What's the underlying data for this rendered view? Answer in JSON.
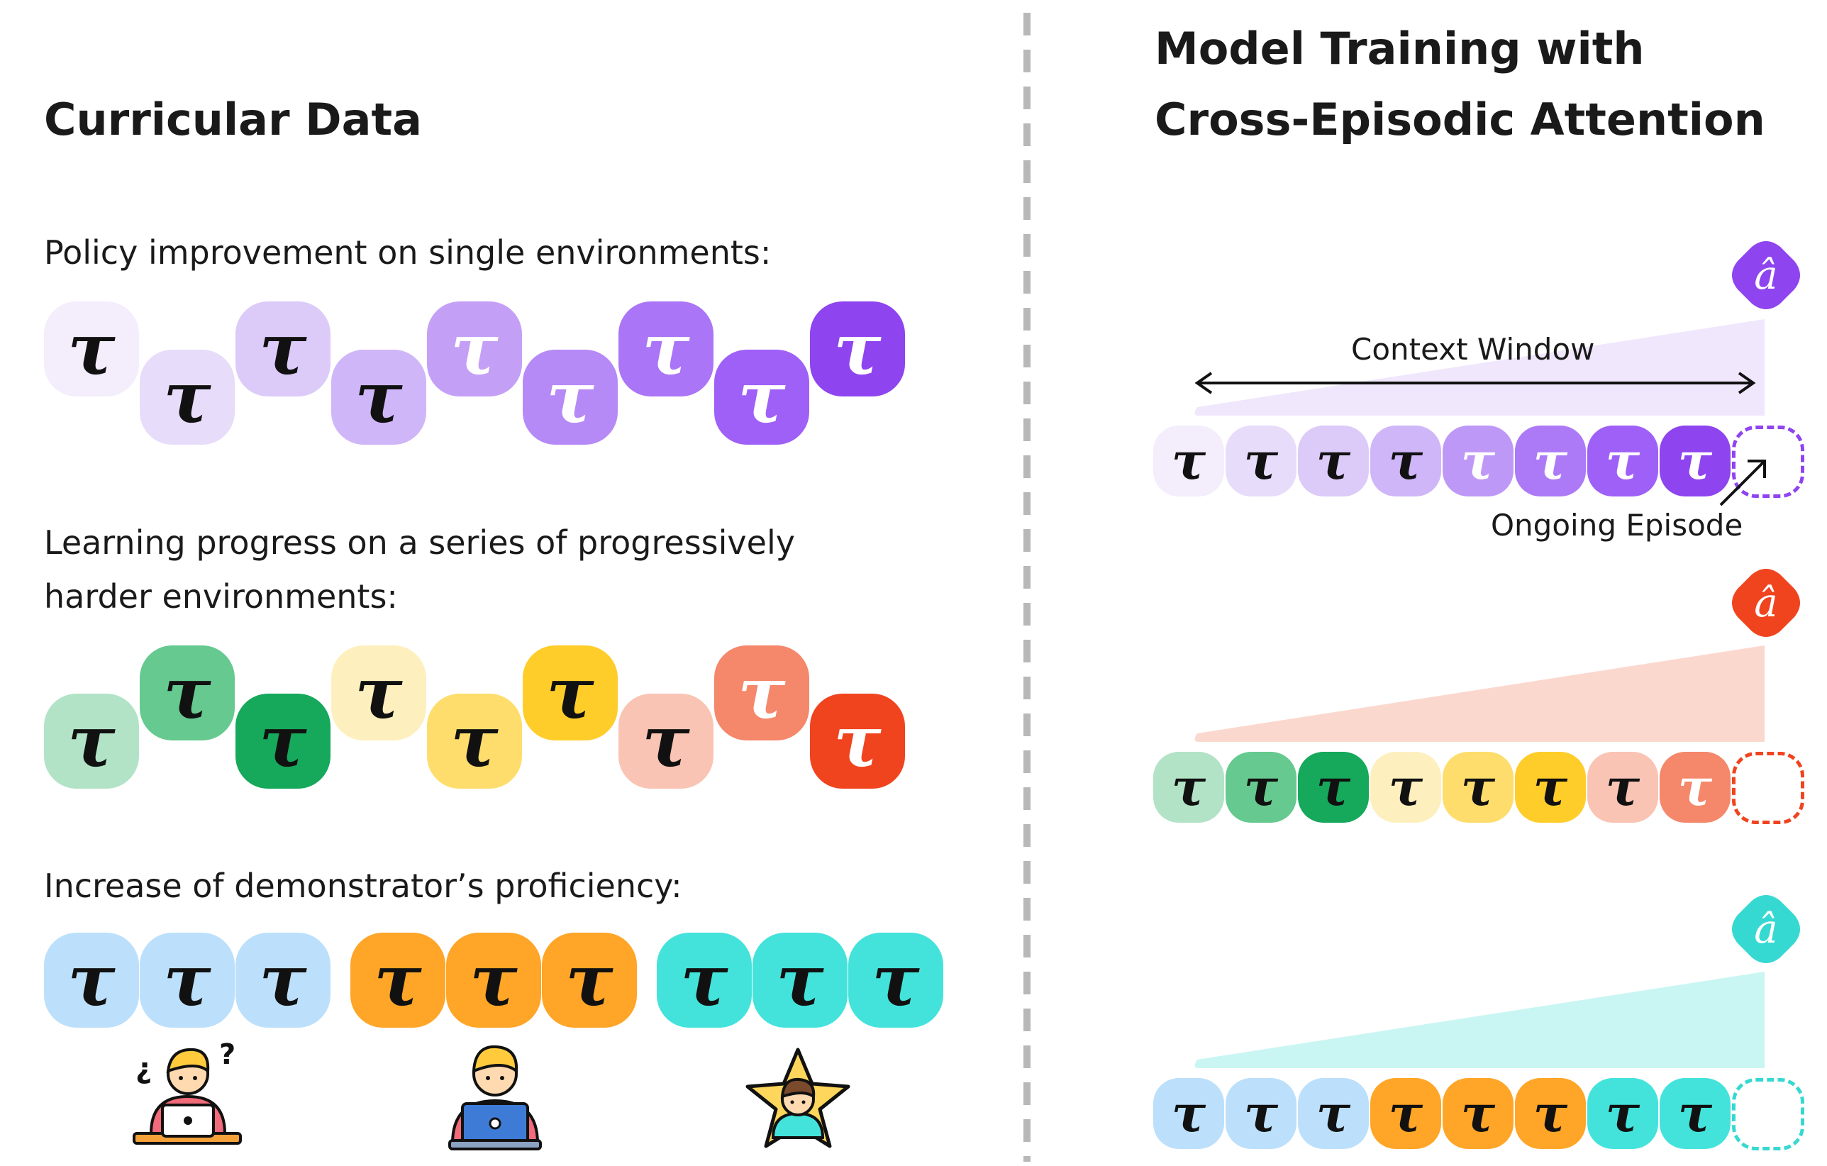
{
  "left": {
    "title": "Curricular Data",
    "sections": [
      {
        "label": "Policy improvement on single environments:",
        "episodes": [
          {
            "symbol": "τ",
            "color": "#F3EDFC",
            "text_color": "#111111"
          },
          {
            "symbol": "τ",
            "color": "#E8DCFB",
            "text_color": "#111111"
          },
          {
            "symbol": "τ",
            "color": "#DCCAF9",
            "text_color": "#111111"
          },
          {
            "symbol": "τ",
            "color": "#CFB6F8",
            "text_color": "#111111"
          },
          {
            "symbol": "τ",
            "color": "#C49FF6",
            "text_color": "#ffffff"
          },
          {
            "symbol": "τ",
            "color": "#B68AF6",
            "text_color": "#ffffff"
          },
          {
            "symbol": "τ",
            "color": "#AA75F6",
            "text_color": "#ffffff"
          },
          {
            "symbol": "τ",
            "color": "#9F60F7",
            "text_color": "#ffffff"
          },
          {
            "symbol": "τ",
            "color": "#8E44EF",
            "text_color": "#ffffff"
          }
        ]
      },
      {
        "label_line1": "Learning progress on a series of progressively",
        "label_line2": "harder environments:",
        "episodes": [
          {
            "symbol": "τ",
            "color": "#B2E3C7",
            "text_color": "#111111"
          },
          {
            "symbol": "τ",
            "color": "#66C98F",
            "text_color": "#111111"
          },
          {
            "symbol": "τ",
            "color": "#16A85B",
            "text_color": "#111111"
          },
          {
            "symbol": "τ",
            "color": "#FEF0BE",
            "text_color": "#111111"
          },
          {
            "symbol": "τ",
            "color": "#FEDD6C",
            "text_color": "#111111"
          },
          {
            "symbol": "τ",
            "color": "#FFCD2A",
            "text_color": "#111111"
          },
          {
            "symbol": "τ",
            "color": "#F9C4B4",
            "text_color": "#111111"
          },
          {
            "symbol": "τ",
            "color": "#F5876B",
            "text_color": "#ffffff"
          },
          {
            "symbol": "τ",
            "color": "#F0441F",
            "text_color": "#ffffff"
          }
        ]
      },
      {
        "label": "Increase of demonstrator’s proficiency:",
        "groups": [
          {
            "color": "#BCE0FB",
            "text_color": "#111111",
            "symbols": [
              "τ",
              "τ",
              "τ"
            ],
            "icon": "confused-learner-icon"
          },
          {
            "color": "#FFA527",
            "text_color": "#111111",
            "symbols": [
              "τ",
              "τ",
              "τ"
            ],
            "icon": "working-person-icon"
          },
          {
            "color": "#43E3DB",
            "text_color": "#111111",
            "symbols": [
              "τ",
              "τ",
              "τ"
            ],
            "icon": "star-expert-icon"
          }
        ]
      }
    ]
  },
  "right": {
    "title_line1": "Model Training with",
    "title_line2": "Cross-Episodic Attention",
    "action_symbol": "â",
    "context_window_label": "Context Window",
    "ongoing_episode_label": "Ongoing Episode",
    "rows": [
      {
        "accent": "#8E44EF",
        "wedge_color": "#F0E7FD",
        "episodes": [
          {
            "color": "#F3EDFC",
            "text_color": "#111111"
          },
          {
            "color": "#E8DCFB",
            "text_color": "#111111"
          },
          {
            "color": "#DCCAF9",
            "text_color": "#111111"
          },
          {
            "color": "#CFB6F8",
            "text_color": "#111111"
          },
          {
            "color": "#BE98F6",
            "text_color": "#ffffff"
          },
          {
            "color": "#AC7AF6",
            "text_color": "#ffffff"
          },
          {
            "color": "#9F60F7",
            "text_color": "#ffffff"
          },
          {
            "color": "#8E44EF",
            "text_color": "#ffffff"
          }
        ]
      },
      {
        "accent": "#F0441F",
        "wedge_color": "#FBD8CE",
        "episodes": [
          {
            "color": "#B2E3C7",
            "text_color": "#111111"
          },
          {
            "color": "#66C98F",
            "text_color": "#111111"
          },
          {
            "color": "#16A85B",
            "text_color": "#111111"
          },
          {
            "color": "#FEF0BE",
            "text_color": "#111111"
          },
          {
            "color": "#FEDD6C",
            "text_color": "#111111"
          },
          {
            "color": "#FFCD2A",
            "text_color": "#111111"
          },
          {
            "color": "#F9C4B4",
            "text_color": "#111111"
          },
          {
            "color": "#F5876B",
            "text_color": "#ffffff"
          }
        ]
      },
      {
        "accent": "#36D9D1",
        "wedge_color": "#C9F6F3",
        "episodes": [
          {
            "color": "#BCE0FB",
            "text_color": "#111111"
          },
          {
            "color": "#BCE0FB",
            "text_color": "#111111"
          },
          {
            "color": "#BCE0FB",
            "text_color": "#111111"
          },
          {
            "color": "#FFA527",
            "text_color": "#111111"
          },
          {
            "color": "#FFA527",
            "text_color": "#111111"
          },
          {
            "color": "#FFA527",
            "text_color": "#111111"
          },
          {
            "color": "#43E3DB",
            "text_color": "#111111"
          },
          {
            "color": "#43E3DB",
            "text_color": "#111111"
          }
        ]
      }
    ]
  }
}
